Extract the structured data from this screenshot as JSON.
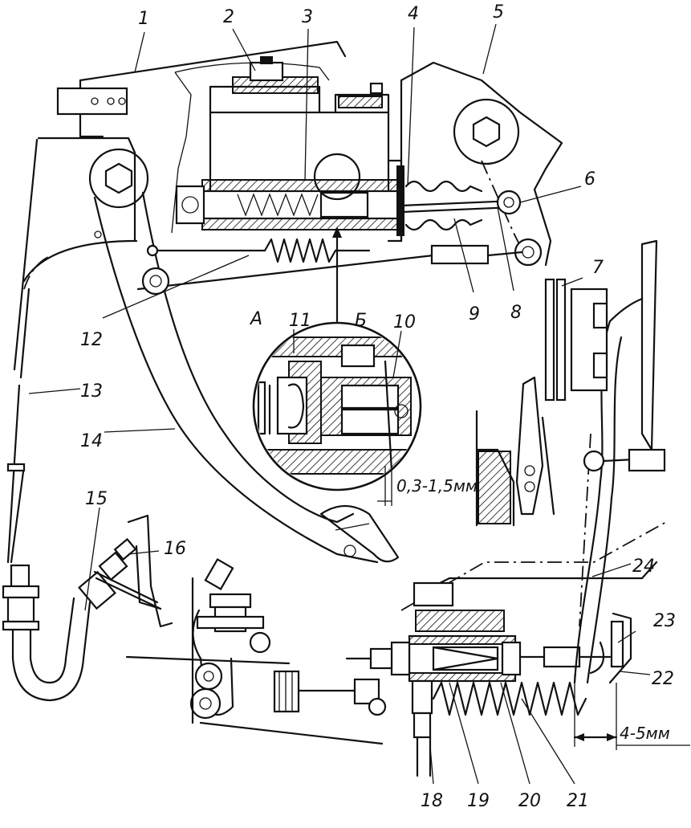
{
  "labels": {
    "l1": "1",
    "l2": "2",
    "l3": "3",
    "l4": "4",
    "l5": "5",
    "l6": "6",
    "l7": "7",
    "l8": "8",
    "l9": "9",
    "l10": "10",
    "l11": "11",
    "l12": "12",
    "l13": "13",
    "l14": "14",
    "l15": "15",
    "l16": "16",
    "l18": "18",
    "l19": "19",
    "l20": "20",
    "l21": "21",
    "l22": "22",
    "l23": "23",
    "l24": "24",
    "lA": "А",
    "lB": "Б"
  },
  "dimensions": {
    "gap_detail": "0,3-1,5мм",
    "free_play": "4-5мм"
  }
}
